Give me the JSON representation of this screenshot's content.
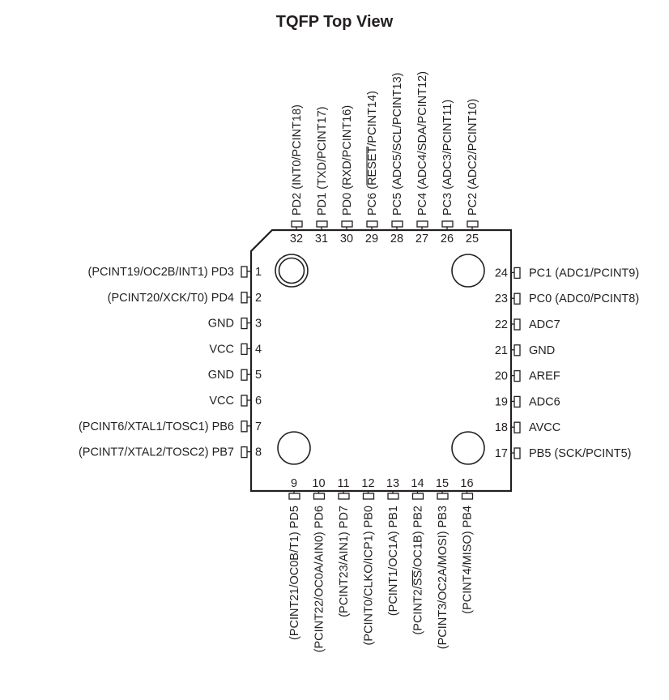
{
  "title": "TQFP Top View",
  "pins": {
    "left": [
      {
        "num": "1",
        "label": "(PCINT19/OC2B/INT1) PD3"
      },
      {
        "num": "2",
        "label": "(PCINT20/XCK/T0) PD4"
      },
      {
        "num": "3",
        "label": "GND"
      },
      {
        "num": "4",
        "label": "VCC"
      },
      {
        "num": "5",
        "label": "GND"
      },
      {
        "num": "6",
        "label": "VCC"
      },
      {
        "num": "7",
        "label": "(PCINT6/XTAL1/TOSC1) PB6"
      },
      {
        "num": "8",
        "label": "(PCINT7/XTAL2/TOSC2) PB7"
      }
    ],
    "bottom": [
      {
        "num": "9",
        "label": "(PCINT21/OC0B/T1) PD5"
      },
      {
        "num": "10",
        "label": "(PCINT22/OC0A/AIN0) PD6"
      },
      {
        "num": "11",
        "label": "(PCINT23/AIN1) PD7"
      },
      {
        "num": "12",
        "label": "(PCINT0/CLKO/ICP1) PB0"
      },
      {
        "num": "13",
        "label": "(PCINT1/OC1A) PB1"
      },
      {
        "num": "14",
        "label": "(PCINT2/SS/OC1B) PB2"
      },
      {
        "num": "15",
        "label": "(PCINT3/OC2A/MOSI) PB3"
      },
      {
        "num": "16",
        "label": "(PCINT4/MISO) PB4"
      }
    ],
    "right": [
      {
        "num": "17",
        "label": "PB5 (SCK/PCINT5)"
      },
      {
        "num": "18",
        "label": "AVCC"
      },
      {
        "num": "19",
        "label": "ADC6"
      },
      {
        "num": "20",
        "label": "AREF"
      },
      {
        "num": "21",
        "label": "GND"
      },
      {
        "num": "22",
        "label": "ADC7"
      },
      {
        "num": "23",
        "label": "PC0 (ADC0/PCINT8)"
      },
      {
        "num": "24",
        "label": "PC1 (ADC1/PCINT9)"
      }
    ],
    "top": [
      {
        "num": "25",
        "label": "PC2 (ADC2/PCINT10)"
      },
      {
        "num": "26",
        "label": "PC3 (ADC3/PCINT11)"
      },
      {
        "num": "27",
        "label": "PC4 (ADC4/SDA/PCINT12)"
      },
      {
        "num": "28",
        "label": "PC5 (ADC5/SCL/PCINT13)"
      },
      {
        "num": "29",
        "label": "PC6 (RESET/PCINT14)"
      },
      {
        "num": "30",
        "label": "PD0 (RXD/PCINT16)"
      },
      {
        "num": "31",
        "label": "PD1 (TXD/PCINT17)"
      },
      {
        "num": "32",
        "label": "PD2 (INT0/PCINT18)"
      }
    ]
  },
  "overlines": [
    {
      "pin": "29",
      "text": "RESET"
    },
    {
      "pin": "14",
      "text": "SS"
    }
  ],
  "colors": {
    "ink": "#231f20",
    "background": "#ffffff"
  }
}
